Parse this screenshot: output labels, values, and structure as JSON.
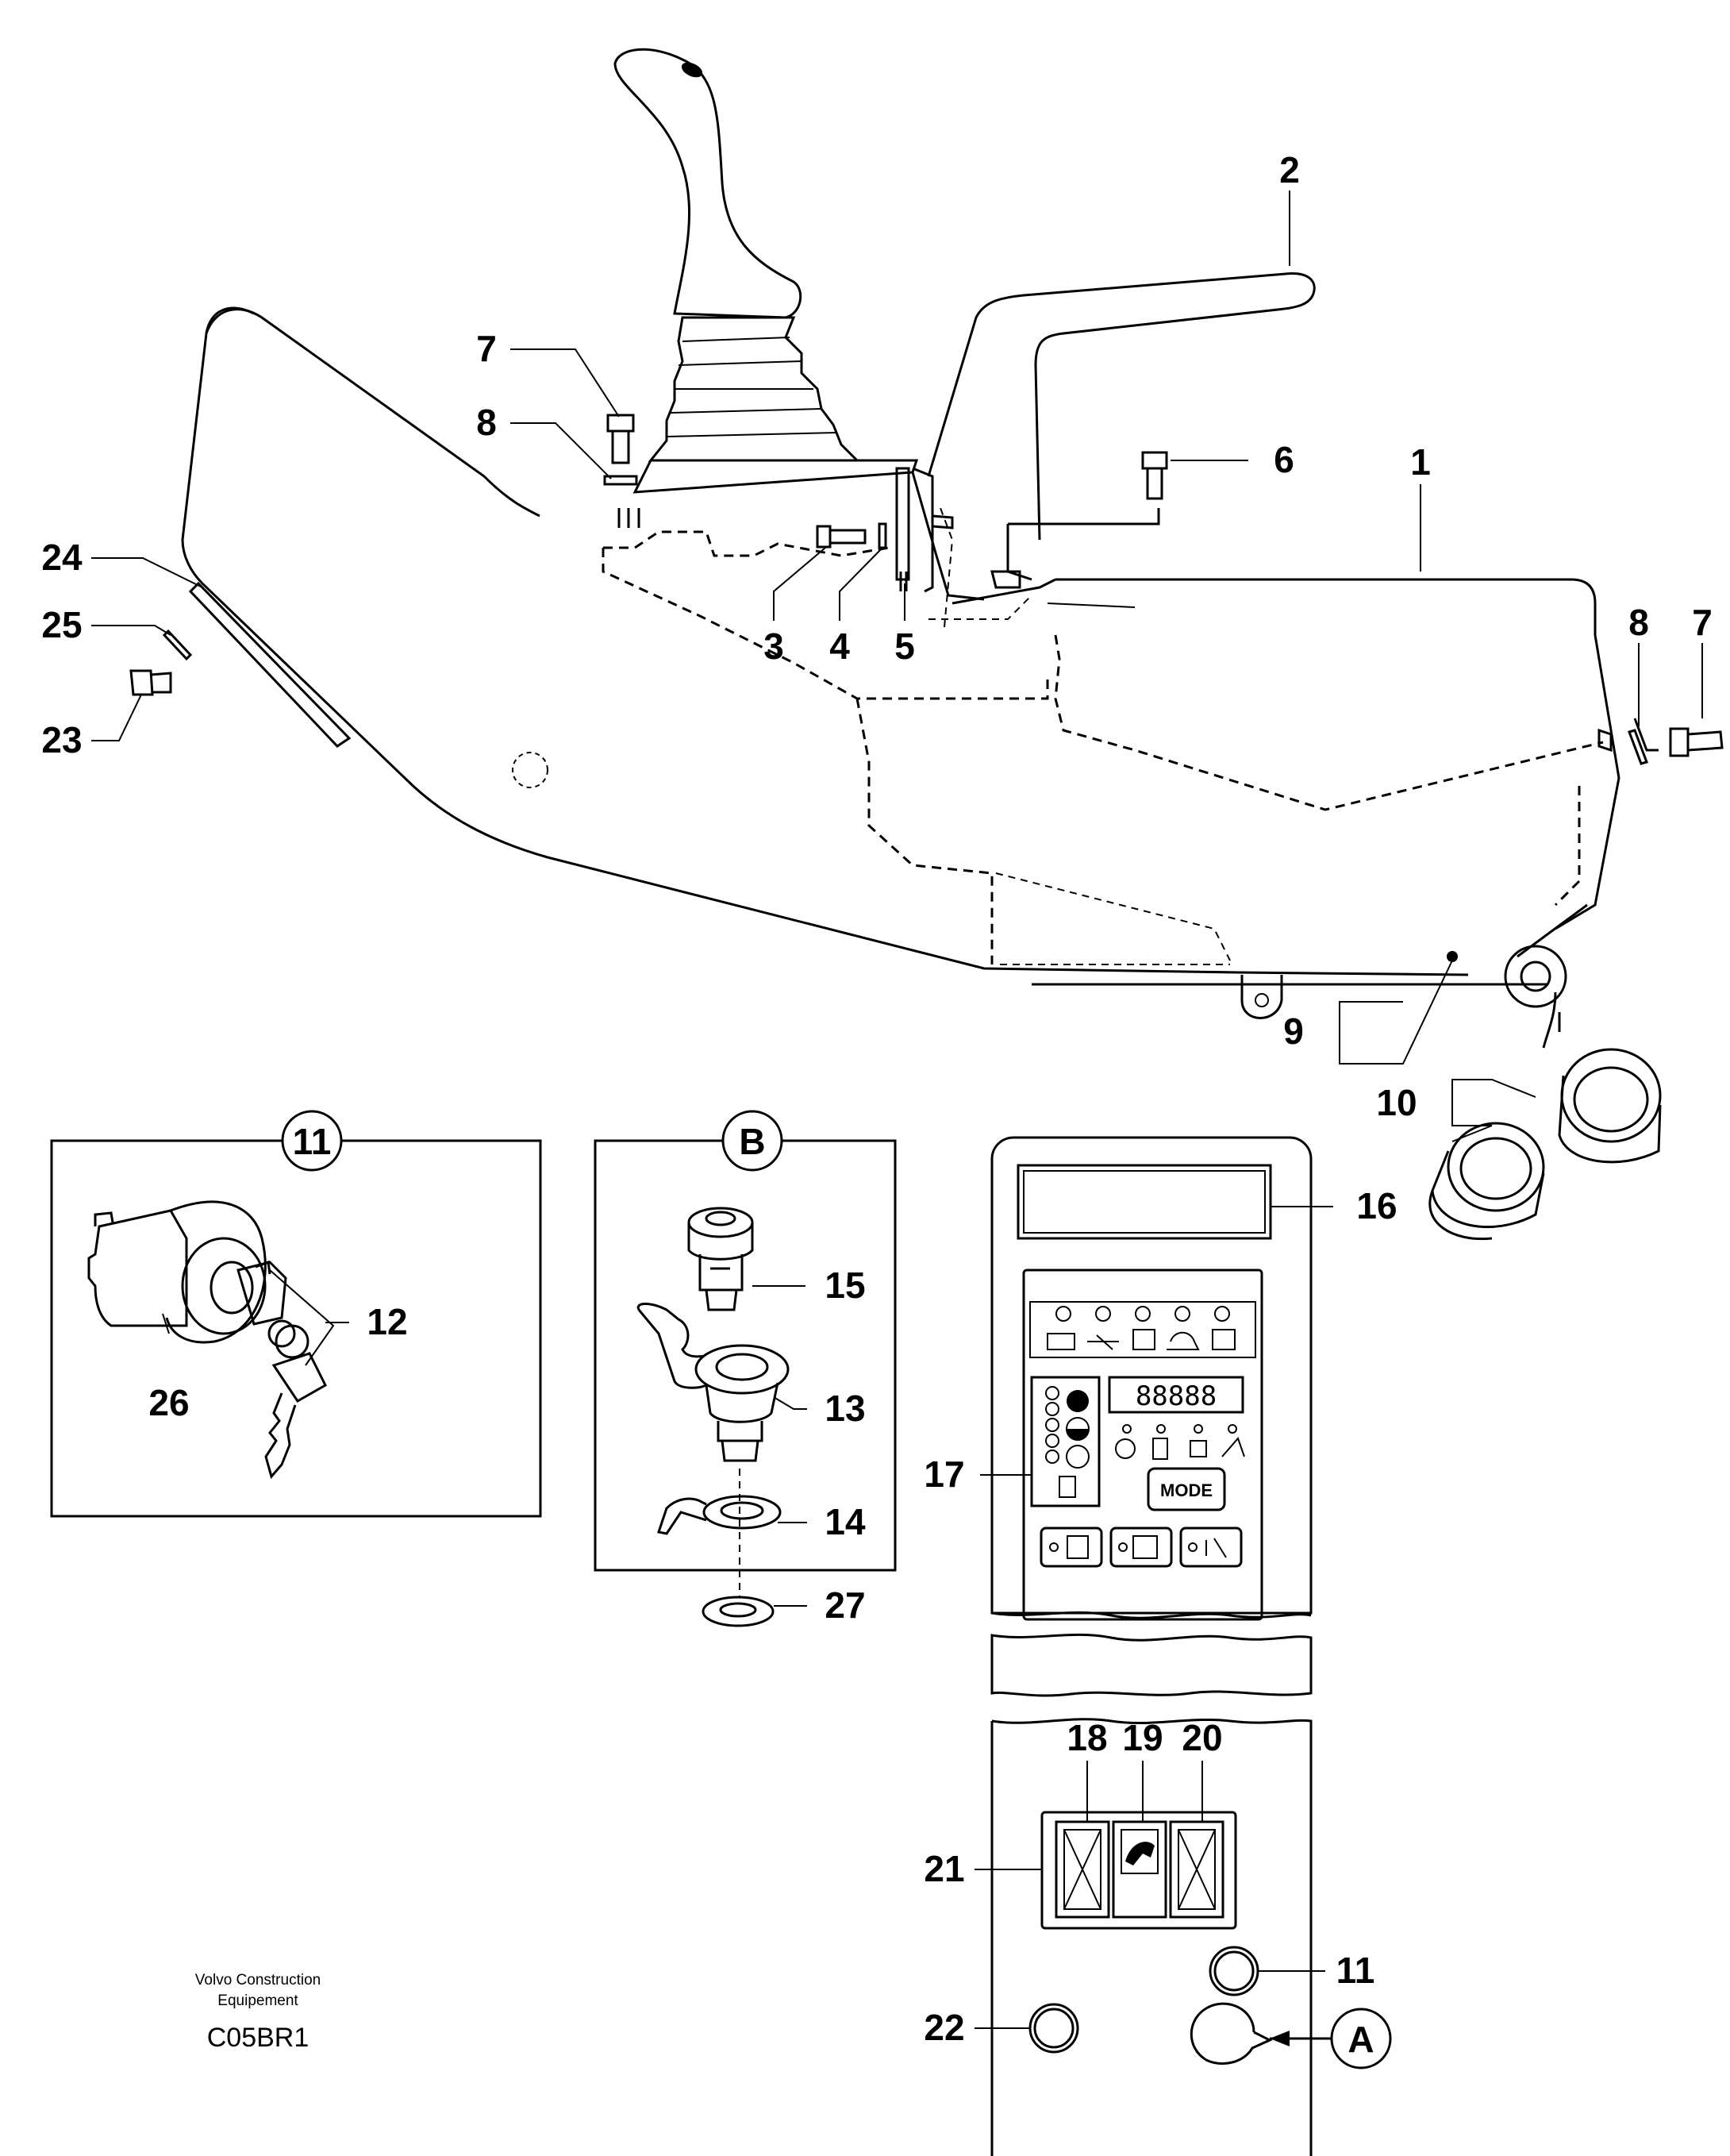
{
  "callouts": {
    "c1": "1",
    "c2": "2",
    "c3": "3",
    "c4": "4",
    "c5": "5",
    "c6": "6",
    "c7a": "7",
    "c7b": "7",
    "c8a": "8",
    "c8b": "8",
    "c9": "9",
    "c10": "10",
    "c11": "11",
    "c12": "12",
    "c13": "13",
    "c14": "14",
    "c15": "15",
    "c16": "16",
    "c17": "17",
    "c18": "18",
    "c19": "19",
    "c20": "20",
    "c21": "21",
    "c22": "22",
    "c23": "23",
    "c24": "24",
    "c25": "25",
    "c26": "26",
    "c27": "27"
  },
  "detail_markers": {
    "detail_11": "11",
    "detail_b": "B",
    "arrow_a": "A"
  },
  "panel": {
    "mode_label": "MODE",
    "display_digits": "88888"
  },
  "footer": {
    "company_line1": "Volvo Construction",
    "company_line2": "Equipement",
    "figure_code": "C05BR1"
  },
  "icons": [
    "joystick-lever-icon",
    "handrest-lever-icon",
    "console-housing-icon",
    "bolt-icon",
    "washer-icon",
    "bushing-icon",
    "ignition-switch-icon",
    "key-icon",
    "fuel-cap-icon",
    "control-panel-icon",
    "indicator-lamp-icon"
  ]
}
